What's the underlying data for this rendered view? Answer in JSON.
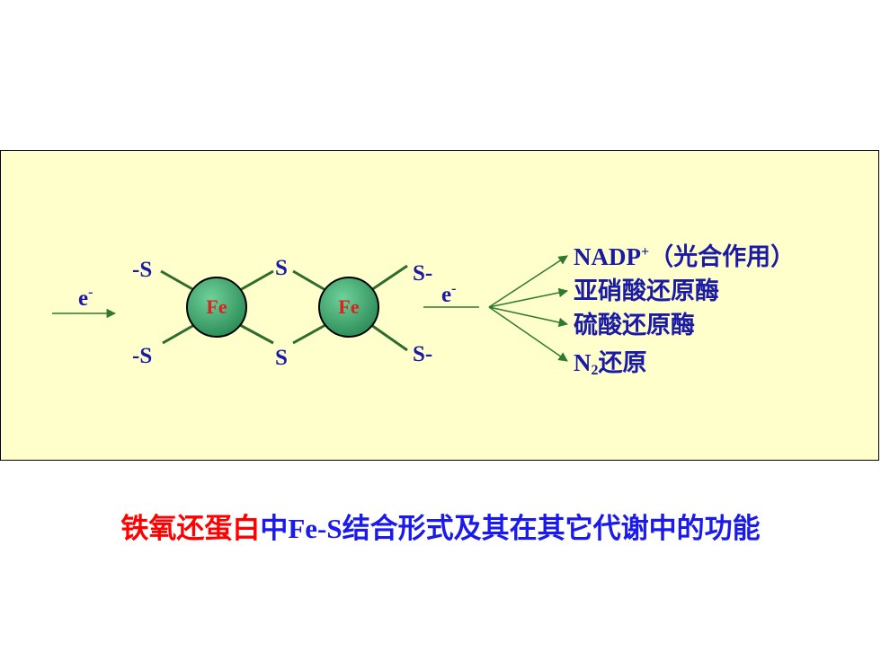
{
  "colors": {
    "panel_bg": "#ffffcc",
    "bond": "#2e6b2e",
    "arrow": "#2e7a2e",
    "fe_fill": "#2f8f5a",
    "fe_label": "#e02020",
    "label": "#1a1aa6",
    "caption_red": "#ff0000",
    "caption_blue": "#1a1aee"
  },
  "diagram": {
    "electron_in": "e",
    "electron_out": "e",
    "electron_charge": "-",
    "iron_left": "Fe",
    "iron_right": "Fe",
    "sulfur_top_left": "-S",
    "sulfur_bottom_left": "-S",
    "sulfur_bridge_top": "S",
    "sulfur_bridge_bottom": "S",
    "sulfur_top_right": "S-",
    "sulfur_bottom_right": "S-",
    "targets": {
      "nadp_main": "NADP",
      "nadp_sup": "+",
      "nadp_note": "（光合作用）",
      "nitrite_reductase": "亚硝酸还原酶",
      "sulfite_reductase": "硫酸还原酶",
      "n2_main": "N",
      "n2_sub": "2",
      "n2_rest": "还原"
    }
  },
  "caption": {
    "red_part": "铁氧还蛋白",
    "blue_prefix": "中",
    "fes": "Fe-S",
    "blue_suffix": "结合形式及其在其它代谢中的功能"
  }
}
